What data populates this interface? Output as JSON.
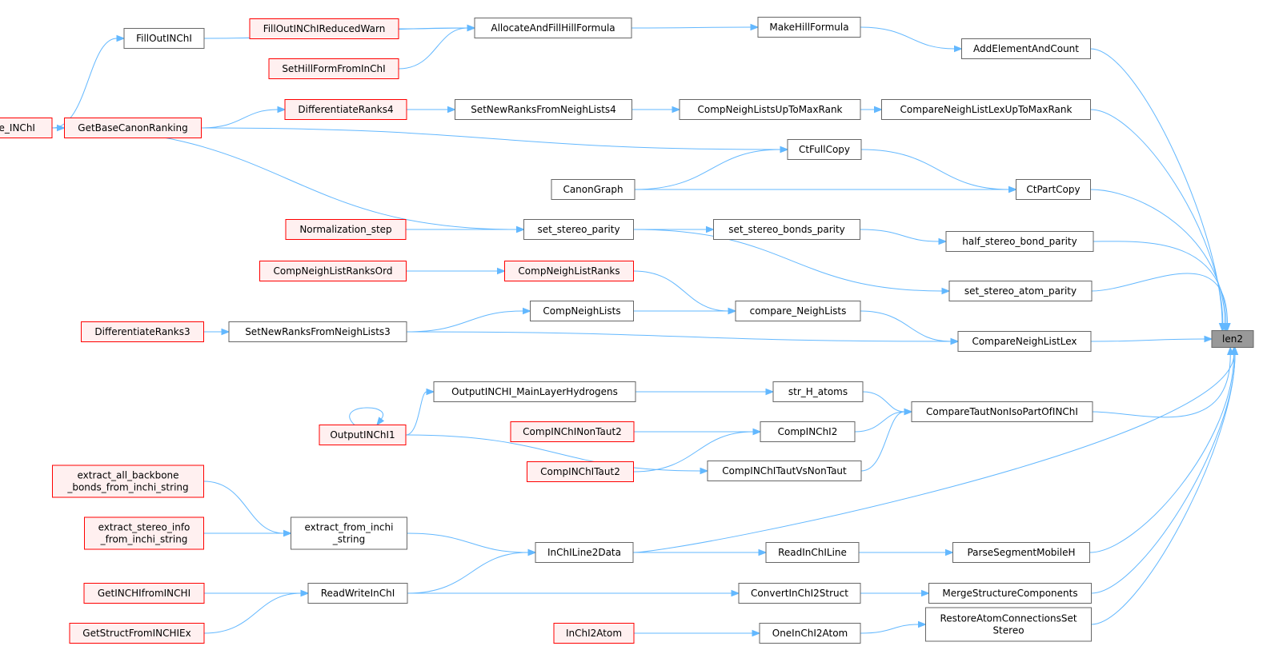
{
  "graph": {
    "direction": "right-to-left call graph (callers point to callee)",
    "colors": {
      "edge": "#63b8ff",
      "red_border": "#ff0000",
      "red_fill": "#fff0f0",
      "target_fill": "#999999",
      "normal_border": "#666666"
    },
    "nodes": {
      "len2": {
        "label": "len2",
        "style": "target"
      },
      "AddElementAndCount": {
        "label": "AddElementAndCount",
        "style": "normal"
      },
      "MakeHillFormula": {
        "label": "MakeHillFormula",
        "style": "normal"
      },
      "AllocateAndFillHillFormula": {
        "label": "AllocateAndFillHillFormula",
        "style": "normal"
      },
      "FillOutINChI": {
        "label": "FillOutINChI",
        "style": "normal"
      },
      "FillOutINChIReducedWarn": {
        "label": "FillOutINChIReducedWarn",
        "style": "red"
      },
      "SetHillFormFromInChI": {
        "label": "SetHillFormFromInChI",
        "style": "red"
      },
      "Create_INChI": {
        "label": "Create_INChI",
        "style": "red"
      },
      "GetBaseCanonRanking": {
        "label": "GetBaseCanonRanking",
        "style": "red"
      },
      "DifferentiateRanks4": {
        "label": "DifferentiateRanks4",
        "style": "red"
      },
      "SetNewRanksFromNeighLists4": {
        "label": "SetNewRanksFromNeighLists4",
        "style": "normal"
      },
      "CompNeighListsUpToMaxRank": {
        "label": "CompNeighListsUpToMaxRank",
        "style": "normal"
      },
      "CompareNeighListLexUpToMaxRank": {
        "label": "CompareNeighListLexUpToMaxRank",
        "style": "normal"
      },
      "CtFullCopy": {
        "label": "CtFullCopy",
        "style": "normal"
      },
      "CanonGraph": {
        "label": "CanonGraph",
        "style": "normal"
      },
      "CtPartCopy": {
        "label": "CtPartCopy",
        "style": "normal"
      },
      "Normalization_step": {
        "label": "Normalization_step",
        "style": "red"
      },
      "set_stereo_parity": {
        "label": "set_stereo_parity",
        "style": "normal"
      },
      "set_stereo_bonds_parity": {
        "label": "set_stereo_bonds_parity",
        "style": "normal"
      },
      "half_stereo_bond_parity": {
        "label": "half_stereo_bond_parity",
        "style": "normal"
      },
      "set_stereo_atom_parity": {
        "label": "set_stereo_atom_parity",
        "style": "normal"
      },
      "CompNeighListRanksOrd": {
        "label": "CompNeighListRanksOrd",
        "style": "red"
      },
      "CompNeighListRanks": {
        "label": "CompNeighListRanks",
        "style": "red"
      },
      "compare_NeighLists": {
        "label": "compare_NeighLists",
        "style": "normal"
      },
      "CompNeighLists": {
        "label": "CompNeighLists",
        "style": "normal"
      },
      "DifferentiateRanks3": {
        "label": "DifferentiateRanks3",
        "style": "red"
      },
      "SetNewRanksFromNeighLists3": {
        "label": "SetNewRanksFromNeighLists3",
        "style": "normal"
      },
      "CompareNeighListLex": {
        "label": "CompareNeighListLex",
        "style": "normal"
      },
      "OutputINCHI_MainLayerHydrogens": {
        "label": "OutputINCHI_MainLayerHydrogens",
        "style": "normal"
      },
      "str_H_atoms": {
        "label": "str_H_atoms",
        "style": "normal"
      },
      "CompareTautNonIsoPartOfINChI": {
        "label": "CompareTautNonIsoPartOfINChI",
        "style": "normal"
      },
      "OutputINChI1": {
        "label": "OutputINChI1",
        "style": "red"
      },
      "CompINChINonTaut2": {
        "label": "CompINChINonTaut2",
        "style": "red"
      },
      "CompINChI2": {
        "label": "CompINChI2",
        "style": "normal"
      },
      "CompINChITaut2": {
        "label": "CompINChITaut2",
        "style": "red"
      },
      "CompINChITautVsNonTaut": {
        "label": "CompINChITautVsNonTaut",
        "style": "normal"
      },
      "extract_all_backbone": {
        "label": "extract_all_backbone\n_bonds_from_inchi_string",
        "style": "red"
      },
      "extract_stereo_info": {
        "label": "extract_stereo_info\n_from_inchi_string",
        "style": "red"
      },
      "extract_from_inchi_string": {
        "label": "extract_from_inchi\n_string",
        "style": "normal"
      },
      "InChILine2Data": {
        "label": "InChILine2Data",
        "style": "normal"
      },
      "ReadInChILine": {
        "label": "ReadInChILine",
        "style": "normal"
      },
      "ParseSegmentMobileH": {
        "label": "ParseSegmentMobileH",
        "style": "normal"
      },
      "GetINCHIfromINCHI": {
        "label": "GetINCHIfromINCHI",
        "style": "red"
      },
      "ReadWriteInChI": {
        "label": "ReadWriteInChI",
        "style": "normal"
      },
      "ConvertInChI2Struct": {
        "label": "ConvertInChI2Struct",
        "style": "normal"
      },
      "MergeStructureComponents": {
        "label": "MergeStructureComponents",
        "style": "normal"
      },
      "GetStructFromINCHIEx": {
        "label": "GetStructFromINCHIEx",
        "style": "red"
      },
      "InChI2Atom": {
        "label": "InChI2Atom",
        "style": "red"
      },
      "OneInChI2Atom": {
        "label": "OneInChI2Atom",
        "style": "normal"
      },
      "RestoreAtomConnectionsSetStereo": {
        "label": "RestoreAtomConnectionsSet\nStereo",
        "style": "normal"
      }
    },
    "edges": [
      [
        "AddElementAndCount",
        "len2"
      ],
      [
        "CompareNeighListLexUpToMaxRank",
        "len2"
      ],
      [
        "CtPartCopy",
        "len2"
      ],
      [
        "half_stereo_bond_parity",
        "len2"
      ],
      [
        "set_stereo_atom_parity",
        "len2"
      ],
      [
        "CompareNeighListLex",
        "len2"
      ],
      [
        "CompareTautNonIsoPartOfINChI",
        "len2"
      ],
      [
        "InChILine2Data",
        "len2"
      ],
      [
        "ParseSegmentMobileH",
        "len2"
      ],
      [
        "MergeStructureComponents",
        "len2"
      ],
      [
        "RestoreAtomConnectionsSetStereo",
        "len2"
      ],
      [
        "MakeHillFormula",
        "AddElementAndCount"
      ],
      [
        "AllocateAndFillHillFormula",
        "MakeHillFormula"
      ],
      [
        "FillOutINChI",
        "AllocateAndFillHillFormula"
      ],
      [
        "FillOutINChIReducedWarn",
        "AllocateAndFillHillFormula"
      ],
      [
        "SetHillFormFromInChI",
        "AllocateAndFillHillFormula"
      ],
      [
        "Create_INChI",
        "FillOutINChI"
      ],
      [
        "Create_INChI",
        "GetBaseCanonRanking"
      ],
      [
        "Create_INChI",
        "set_stereo_parity"
      ],
      [
        "GetBaseCanonRanking",
        "DifferentiateRanks4"
      ],
      [
        "GetBaseCanonRanking",
        "CtFullCopy"
      ],
      [
        "DifferentiateRanks4",
        "SetNewRanksFromNeighLists4"
      ],
      [
        "SetNewRanksFromNeighLists4",
        "CompNeighListsUpToMaxRank"
      ],
      [
        "SetNewRanksFromNeighLists4",
        "CompareNeighListLexUpToMaxRank"
      ],
      [
        "CompNeighListsUpToMaxRank",
        "CompareNeighListLexUpToMaxRank"
      ],
      [
        "CanonGraph",
        "CtFullCopy"
      ],
      [
        "CanonGraph",
        "CtPartCopy"
      ],
      [
        "CtFullCopy",
        "CtPartCopy"
      ],
      [
        "Normalization_step",
        "set_stereo_parity"
      ],
      [
        "set_stereo_parity",
        "set_stereo_bonds_parity"
      ],
      [
        "set_stereo_parity",
        "set_stereo_atom_parity"
      ],
      [
        "set_stereo_bonds_parity",
        "half_stereo_bond_parity"
      ],
      [
        "CompNeighListRanksOrd",
        "CompNeighListRanks"
      ],
      [
        "CompNeighListRanks",
        "compare_NeighLists"
      ],
      [
        "CompNeighLists",
        "compare_NeighLists"
      ],
      [
        "compare_NeighLists",
        "CompareNeighListLex"
      ],
      [
        "DifferentiateRanks3",
        "SetNewRanksFromNeighLists3"
      ],
      [
        "SetNewRanksFromNeighLists3",
        "CompNeighLists"
      ],
      [
        "SetNewRanksFromNeighLists3",
        "CompareNeighListLex"
      ],
      [
        "OutputINCHI_MainLayerHydrogens",
        "str_H_atoms"
      ],
      [
        "str_H_atoms",
        "CompareTautNonIsoPartOfINChI"
      ],
      [
        "OutputINChI1",
        "OutputINChI1"
      ],
      [
        "OutputINChI1",
        "OutputINCHI_MainLayerHydrogens"
      ],
      [
        "OutputINChI1",
        "CompINChITautVsNonTaut"
      ],
      [
        "CompINChINonTaut2",
        "CompINChI2"
      ],
      [
        "CompINChITaut2",
        "CompINChI2"
      ],
      [
        "CompINChI2",
        "CompareTautNonIsoPartOfINChI"
      ],
      [
        "CompINChITautVsNonTaut",
        "CompareTautNonIsoPartOfINChI"
      ],
      [
        "extract_all_backbone",
        "extract_from_inchi_string"
      ],
      [
        "extract_stereo_info",
        "extract_from_inchi_string"
      ],
      [
        "extract_from_inchi_string",
        "InChILine2Data"
      ],
      [
        "ReadWriteInChI",
        "InChILine2Data"
      ],
      [
        "InChILine2Data",
        "ReadInChILine"
      ],
      [
        "ReadInChILine",
        "ParseSegmentMobileH"
      ],
      [
        "GetINCHIfromINCHI",
        "ReadWriteInChI"
      ],
      [
        "GetStructFromINCHIEx",
        "ReadWriteInChI"
      ],
      [
        "ReadWriteInChI",
        "ConvertInChI2Struct"
      ],
      [
        "ConvertInChI2Struct",
        "MergeStructureComponents"
      ],
      [
        "InChI2Atom",
        "OneInChI2Atom"
      ],
      [
        "OneInChI2Atom",
        "RestoreAtomConnectionsSetStereo"
      ]
    ]
  }
}
